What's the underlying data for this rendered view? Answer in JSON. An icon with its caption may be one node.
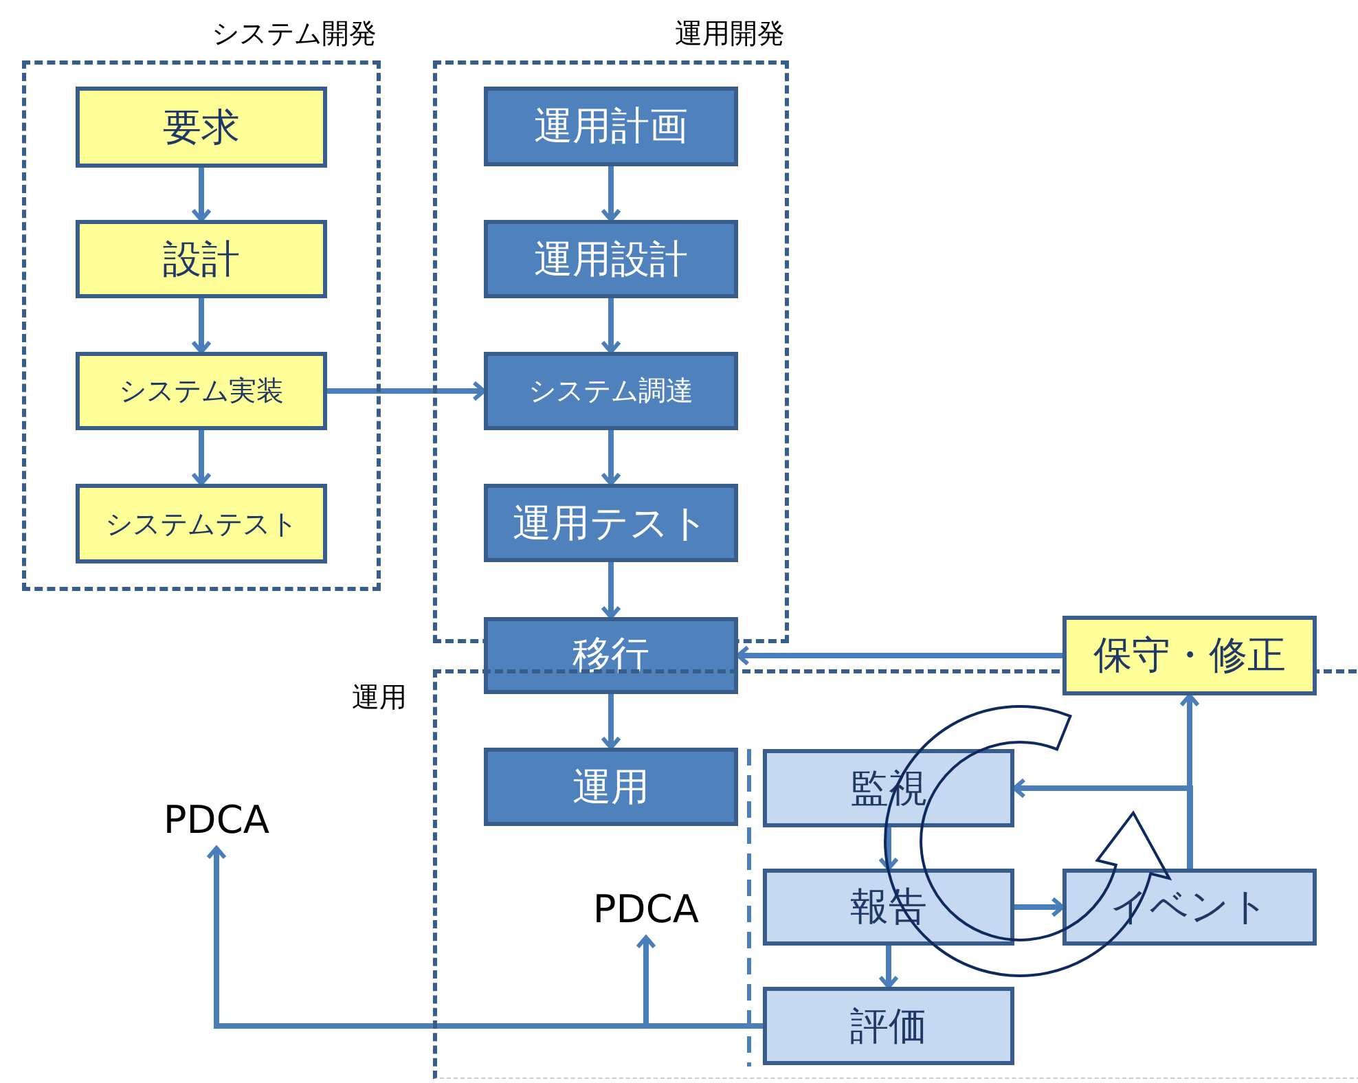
{
  "diagram": {
    "nodes": [
      {
        "text": [
          "システム開発"
        ]
      },
      {
        "text": [
          "要求"
        ],
        "in": 0
      },
      {
        "text": [
          "設計"
        ],
        "in": 0
      },
      {
        "text": [
          "システム実装"
        ],
        "in": 0
      },
      {
        "text": [
          "システムテスト"
        ],
        "in": 0
      },
      {
        "text": [
          "運用開発"
        ]
      },
      {
        "text": [
          "運用計画"
        ],
        "in": 5
      },
      {
        "text": [
          "運用設計"
        ],
        "in": 5
      },
      {
        "text": [
          "システム調達"
        ],
        "in": 5
      },
      {
        "text": [
          "運用テスト"
        ],
        "in": 5
      },
      {
        "text": [
          "移行"
        ]
      },
      {
        "text": [
          "運用"
        ]
      },
      {
        "text": [
          "運用"
        ],
        "in": 11
      },
      {
        "text": [
          "監視"
        ],
        "in": 11
      },
      {
        "text": [
          "報告"
        ],
        "in": 11
      },
      {
        "text": [
          "評価"
        ],
        "in": 11
      },
      {
        "text": [
          "イベント"
        ],
        "in": 11
      },
      {
        "text": [
          "保守・修正"
        ]
      },
      {
        "text": [
          "PDCA"
        ]
      },
      {
        "text": [
          "PDCA"
        ],
        "in": 11
      }
    ],
    "edges": [
      {
        "from": 1,
        "to": 2,
        "arrow": "to"
      },
      {
        "from": 2,
        "to": 3,
        "arrow": "to"
      },
      {
        "from": 3,
        "to": 4,
        "arrow": "to"
      },
      {
        "from": 3,
        "to": 8,
        "arrow": "to"
      },
      {
        "from": 6,
        "to": 7,
        "arrow": "to"
      },
      {
        "from": 7,
        "to": 8,
        "arrow": "to"
      },
      {
        "from": 8,
        "to": 9,
        "arrow": "to"
      },
      {
        "from": 9,
        "to": 10,
        "arrow": "to"
      },
      {
        "from": 10,
        "to": 12,
        "arrow": "to"
      },
      {
        "from": 17,
        "to": 10,
        "arrow": "to"
      },
      {
        "from": 16,
        "to": 17,
        "arrow": "to"
      },
      {
        "from": 16,
        "to": 13,
        "arrow": "to"
      },
      {
        "from": 13,
        "to": 14,
        "arrow": "to"
      },
      {
        "from": 14,
        "to": 16,
        "arrow": "to"
      },
      {
        "from": 14,
        "to": 15,
        "arrow": "to"
      },
      {
        "from": 15,
        "to": 18,
        "arrow": "to"
      },
      {
        "from": 15,
        "to": 19,
        "arrow": "to"
      }
    ]
  }
}
